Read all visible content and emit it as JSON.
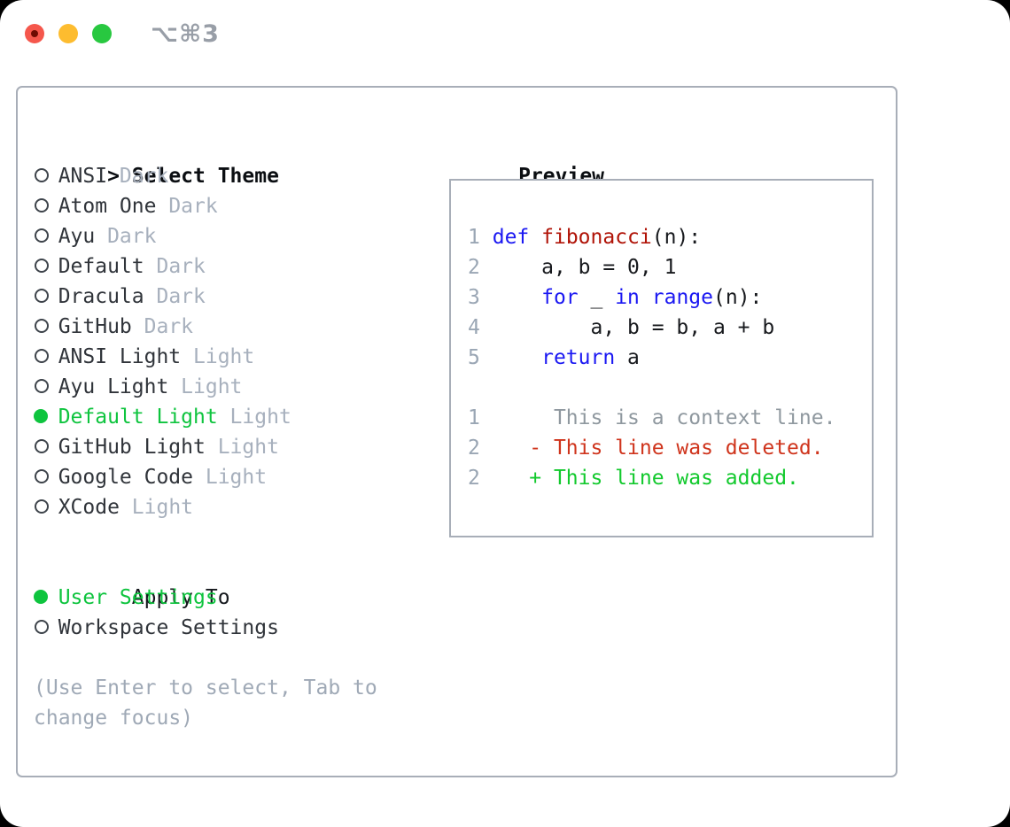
{
  "window": {
    "title_shortcut": "⌥⌘3"
  },
  "theme_selector": {
    "cursor": ">",
    "header": "Select Theme",
    "items": [
      {
        "name": "ANSI",
        "variant": "Dark",
        "selected": false
      },
      {
        "name": "Atom One",
        "variant": "Dark",
        "selected": false
      },
      {
        "name": "Ayu",
        "variant": "Dark",
        "selected": false
      },
      {
        "name": "Default",
        "variant": "Dark",
        "selected": false
      },
      {
        "name": "Dracula",
        "variant": "Dark",
        "selected": false
      },
      {
        "name": "GitHub",
        "variant": "Dark",
        "selected": false
      },
      {
        "name": "ANSI Light",
        "variant": "Light",
        "selected": false
      },
      {
        "name": "Ayu Light",
        "variant": "Light",
        "selected": false
      },
      {
        "name": "Default Light",
        "variant": "Light",
        "selected": true
      },
      {
        "name": "GitHub Light",
        "variant": "Light",
        "selected": false
      },
      {
        "name": "Google Code",
        "variant": "Light",
        "selected": false
      },
      {
        "name": "XCode",
        "variant": "Light",
        "selected": false
      }
    ]
  },
  "apply_to": {
    "header": "Apply To",
    "options": [
      {
        "label": "User Settings",
        "selected": true
      },
      {
        "label": "Workspace Settings",
        "selected": false
      }
    ]
  },
  "hints": [
    "(Use Enter to select, Tab to",
    "change focus)"
  ],
  "preview": {
    "title": "Preview",
    "code_lines": [
      {
        "num": "1",
        "segs": [
          {
            "t": " ",
            "c": "code"
          },
          {
            "t": "def",
            "c": "kw"
          },
          {
            "t": " ",
            "c": "code"
          },
          {
            "t": "fibonacci",
            "c": "func"
          },
          {
            "t": "(n):",
            "c": "code"
          }
        ]
      },
      {
        "num": "2",
        "segs": [
          {
            "t": "     a, b = 0, 1",
            "c": "code"
          }
        ]
      },
      {
        "num": "3",
        "segs": [
          {
            "t": "     ",
            "c": "code"
          },
          {
            "t": "for",
            "c": "kw"
          },
          {
            "t": " _ ",
            "c": "code"
          },
          {
            "t": "in",
            "c": "kw"
          },
          {
            "t": " ",
            "c": "code"
          },
          {
            "t": "range",
            "c": "kw"
          },
          {
            "t": "(n):",
            "c": "code"
          }
        ]
      },
      {
        "num": "4",
        "segs": [
          {
            "t": "         a, b = b, a + b",
            "c": "code"
          }
        ]
      },
      {
        "num": "5",
        "segs": [
          {
            "t": "     ",
            "c": "code"
          },
          {
            "t": "return",
            "c": "kw"
          },
          {
            "t": " a",
            "c": "code"
          }
        ]
      },
      {
        "num": "",
        "segs": []
      },
      {
        "num": "1",
        "segs": [
          {
            "t": "      This is a context line.",
            "c": "ctx"
          }
        ]
      },
      {
        "num": "2",
        "segs": [
          {
            "t": "    - This line was deleted.",
            "c": "del"
          }
        ]
      },
      {
        "num": "2",
        "segs": [
          {
            "t": "    + This line was added.",
            "c": "add"
          }
        ]
      }
    ]
  },
  "colors": {
    "selection_green": "#0ec43e",
    "text_dark": "#30343a",
    "variant_gray": "#a7b0bd",
    "gutter": "#9aa6b4",
    "code": "#17191d",
    "kw": "#1b18f2",
    "func": "#b01307",
    "ctx": "#8f989f",
    "del": "#cf341c",
    "add": "#12c92d",
    "border_gray": "#a8aeb8",
    "traffic_red": "#f5574c",
    "traffic_yellow": "#fdbc2f",
    "traffic_green": "#28c840"
  }
}
